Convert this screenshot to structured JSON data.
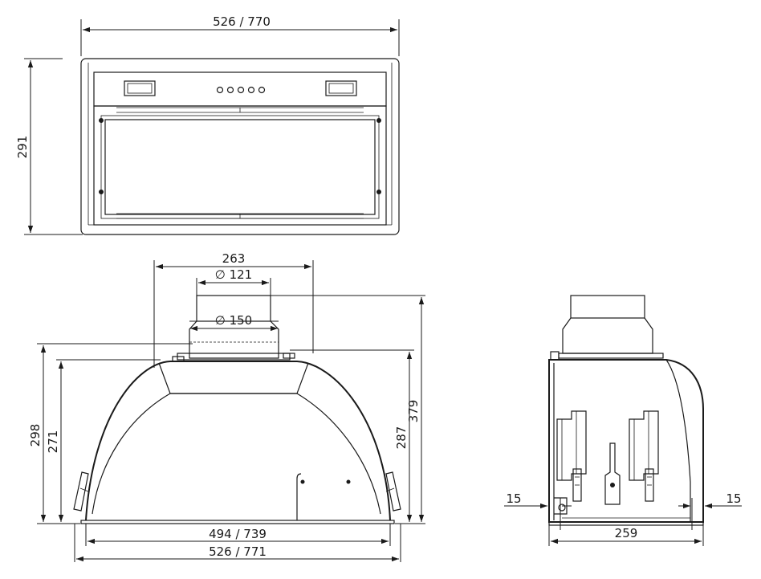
{
  "front_view": {
    "width_label": "526 / 770",
    "height_label": "291"
  },
  "side_view_main": {
    "top_width_label": "263",
    "outlet_small_label": "∅ 121",
    "outlet_large_label": "∅ 150",
    "height_298_label": "298",
    "height_271_label": "271",
    "height_287_label": "287",
    "height_379_label": "379",
    "inner_width_label": "494 / 739",
    "outer_width_label": "526 / 771"
  },
  "side_view_profile": {
    "left_offset_label": "15",
    "right_offset_label": "15",
    "depth_label": "259"
  }
}
